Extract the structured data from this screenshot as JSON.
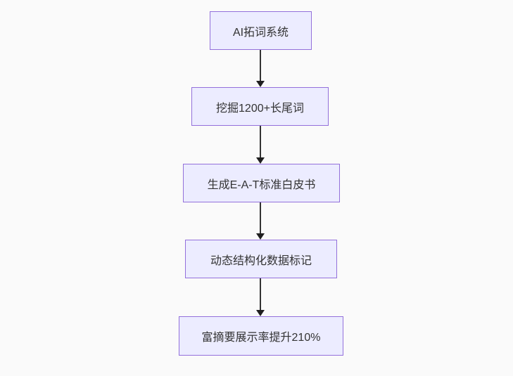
{
  "diagram": {
    "type": "flowchart",
    "direction": "top-to-bottom",
    "nodes": [
      {
        "label": "AI拓词系统"
      },
      {
        "label": "挖掘1200+长尾词"
      },
      {
        "label": "生成E-A-T标准白皮书"
      },
      {
        "label": "动态结构化数据标记"
      },
      {
        "label": "富摘要展示率提升210%"
      }
    ],
    "edges": [
      {
        "from": "AI拓词系统",
        "to": "挖掘1200+长尾词",
        "style": "arrow-down"
      },
      {
        "from": "挖掘1200+长尾词",
        "to": "生成E-A-T标准白皮书",
        "style": "arrow-down"
      },
      {
        "from": "生成E-A-T标准白皮书",
        "to": "动态结构化数据标记",
        "style": "arrow-down"
      },
      {
        "from": "动态结构化数据标记",
        "to": "富摘要展示率提升210%",
        "style": "arrow-down"
      }
    ],
    "colors": {
      "background": "#fafafa",
      "node_fill": "#ECECFF",
      "node_border": "#9370DB",
      "edge_line": "#333333",
      "edge_arrowhead": "#1f1f1f",
      "text": "#333333"
    }
  }
}
